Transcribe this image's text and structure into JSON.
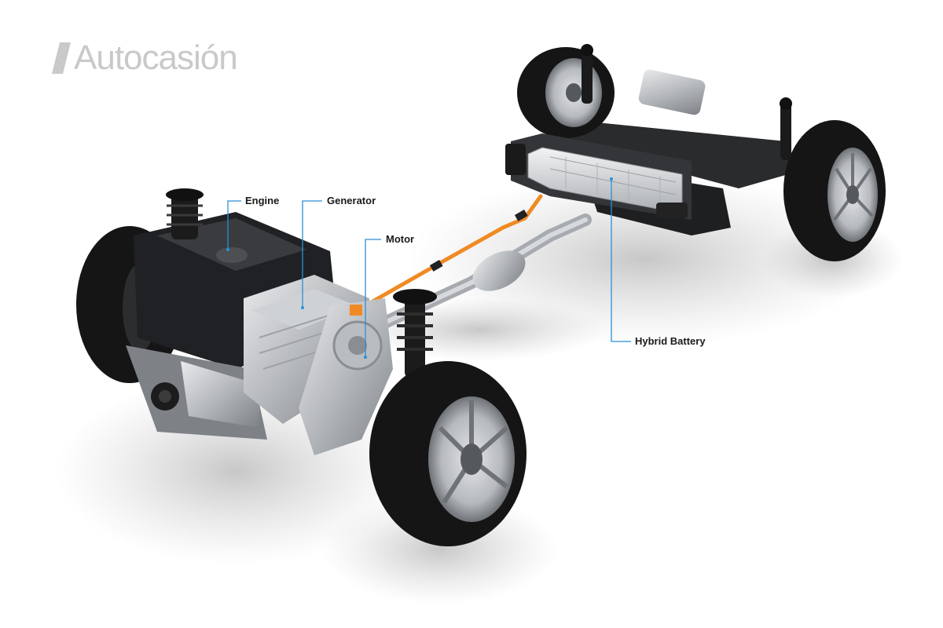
{
  "watermark": {
    "brand": "Autocasión"
  },
  "callouts": {
    "engine": "Engine",
    "generator": "Generator",
    "motor": "Motor",
    "hybrid_battery": "Hybrid Battery"
  },
  "colors": {
    "callout_line": "#2b8fd6",
    "hv_cable": "#f08a24",
    "tire": "#151515",
    "rim": "#b9bcc0",
    "aluminum": "#c9ccd0",
    "background": "#ffffff"
  },
  "icons": [
    "car-chassis-illustration",
    "autocasion-logo"
  ]
}
